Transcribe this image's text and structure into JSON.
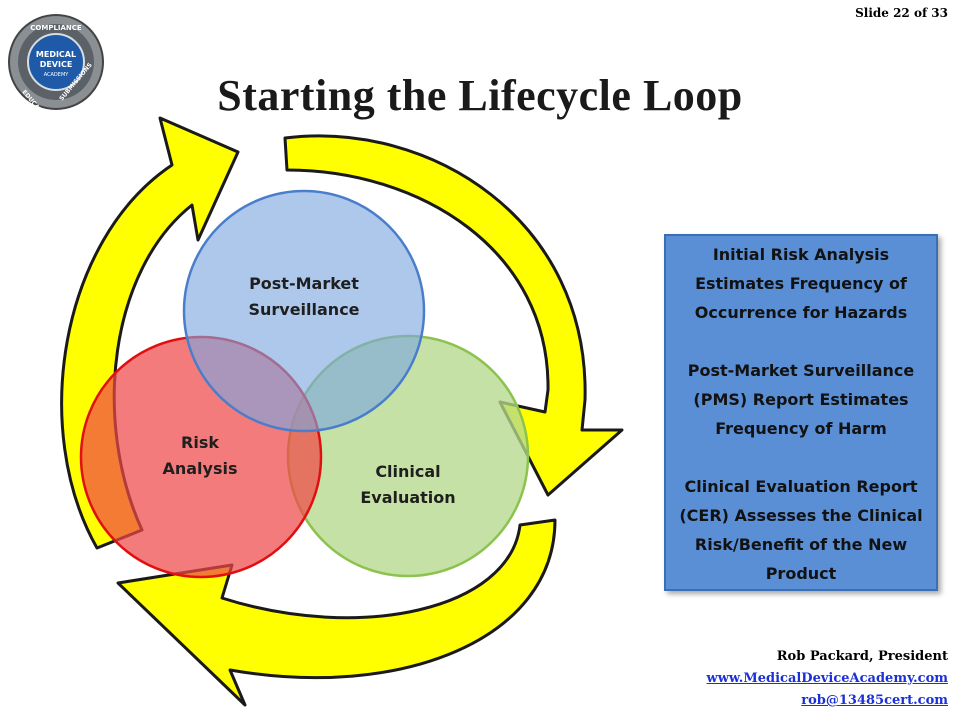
{
  "slide_number": "Slide 22 of 33",
  "logo": {
    "ring_top": "COMPLIANCE",
    "ring_left": "EDUCATION",
    "ring_right": "SUBMISSIONS",
    "center_line1": "MEDICAL",
    "center_line2": "DEVICE",
    "center_line3": "ACADEMY"
  },
  "title": "Starting the Lifecycle Loop",
  "circles": {
    "post_market": {
      "line1": "Post-Market",
      "line2": "Surveillance",
      "color": "#9fbfea"
    },
    "risk": {
      "line1": "Risk",
      "line2": "Analysis",
      "color": "#f26d6d"
    },
    "clinical": {
      "line1": "Clinical",
      "line2": "Evaluation",
      "color": "#c3e0a0"
    }
  },
  "arrow_color": "#ffff00",
  "info_box": {
    "para1": "Initial Risk Analysis Estimates Frequency of Occurrence for Hazards",
    "para2": "Post-Market Surveillance (PMS) Report Estimates Frequency of Harm",
    "para3": "Clinical Evaluation Report (CER) Assesses the Clinical Risk/Benefit of the New Product",
    "color": "#5a8fd6"
  },
  "footer": {
    "name": "Rob Packard, President",
    "website": "www.MedicalDeviceAcademy.com",
    "email": "rob@13485cert.com"
  }
}
